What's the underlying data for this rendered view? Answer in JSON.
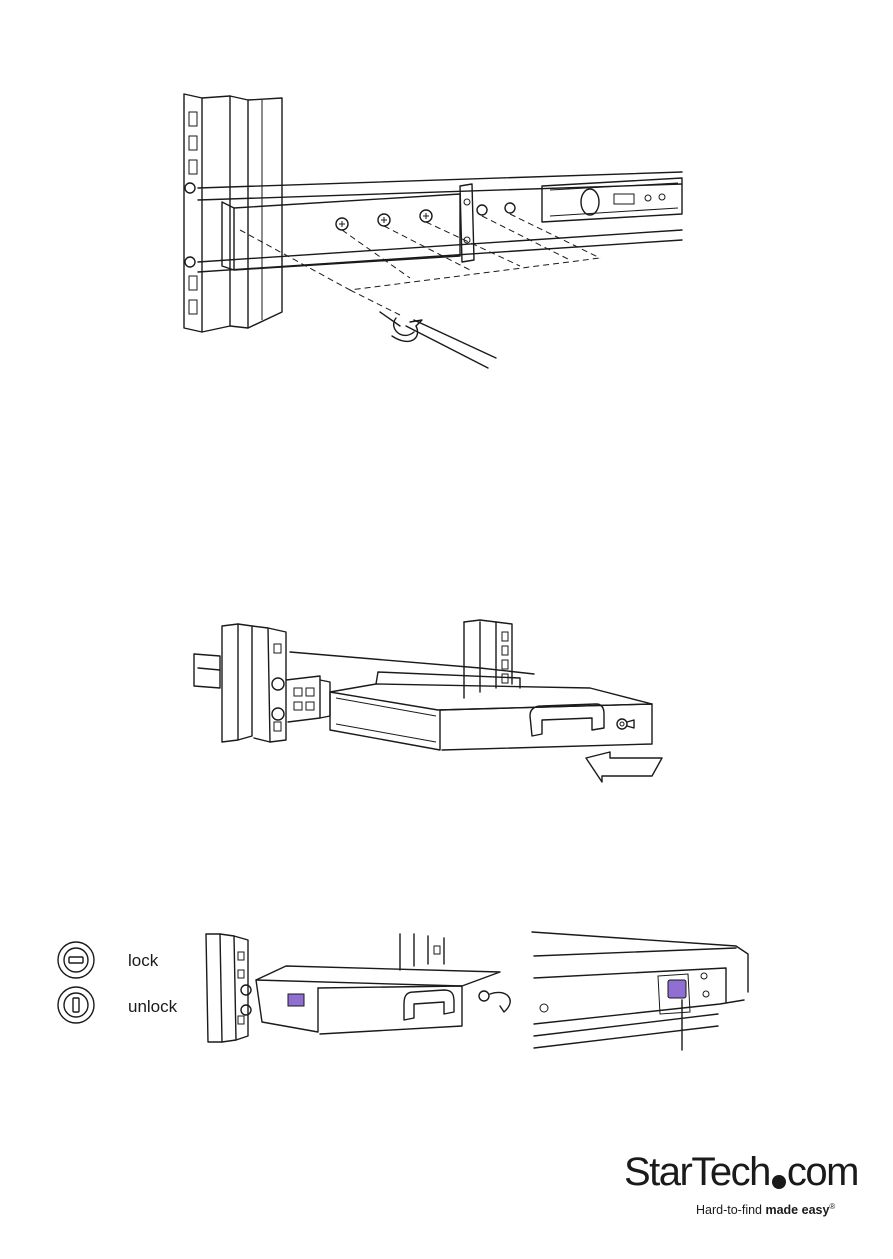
{
  "legend": {
    "lock_label": "lock",
    "unlock_label": "unlock"
  },
  "logo": {
    "brand_start": "StarTech",
    "brand_end": "com",
    "tagline_light": "Hard-to-find ",
    "tagline_bold": "made easy",
    "registered": "®"
  },
  "colors": {
    "lock_tab": "#8f6fd1",
    "line": "#1a1a1a"
  },
  "icons": [
    "screwdriver-icon",
    "push-arrow-icon",
    "lock-knob-icon",
    "unlock-knob-icon"
  ]
}
